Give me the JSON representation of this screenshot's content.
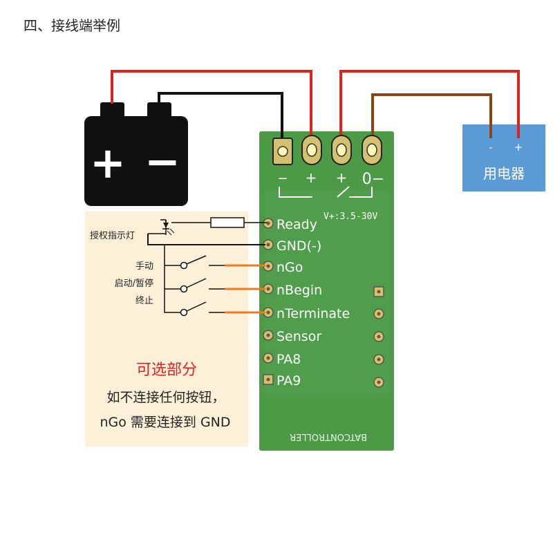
{
  "heading": "四、接线端举例",
  "battery": {
    "plus_symbol": "+",
    "minus_symbol": "−"
  },
  "load": {
    "minus": "-",
    "plus": "+",
    "label": "用电器"
  },
  "board": {
    "terminals": [
      "−",
      "+",
      "+",
      "0−"
    ],
    "voltage": "V+:3.5-30V",
    "pins": [
      "Ready",
      "GND(-)",
      "nGo",
      "nBegin",
      "nTerminate",
      "Sensor",
      "PA8",
      "PA9"
    ],
    "silkscreen": "BATCONTROLLER"
  },
  "optional_panel": {
    "led_label": "授权指示灯",
    "switch_labels": [
      "手动",
      "启动/暂停",
      "终止"
    ],
    "title": "可选部分",
    "note_line1": "如不连接任何按钮，",
    "note_line2": "nGo 需要连接到 GND"
  },
  "colors": {
    "wire_red": "#e0211d",
    "wire_black": "#111111",
    "wire_brown": "#8b4513",
    "wire_orange": "#f07a1c",
    "board_green": "#4c9a46",
    "load_blue": "#5b9bd5",
    "panel_bg": "#fdf0d9",
    "title_red": "#e0211d"
  }
}
